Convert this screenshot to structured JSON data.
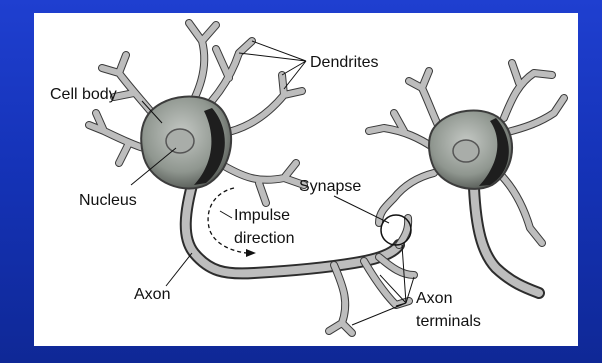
{
  "labels": {
    "dendrites": "Dendrites",
    "cell_body": "Cell body",
    "nucleus": "Nucleus",
    "synapse": "Synapse",
    "impulse_line1": "Impulse",
    "impulse_line2": "direction",
    "axon": "Axon",
    "axon_terminals_line1": "Axon",
    "axon_terminals_line2": "terminals"
  },
  "colors": {
    "slide_background": "#1f3fd0",
    "panel_background": "#ffffff",
    "neuron_fill": "#b8b8b8",
    "neuron_shadow": "#333333",
    "soma_fill": "#8f968f"
  }
}
